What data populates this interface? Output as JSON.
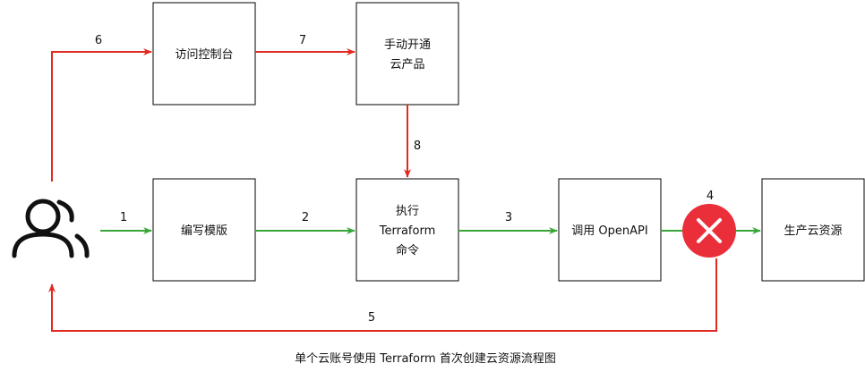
{
  "caption": "单个云账号使用 Terraform 首次创建云资源流程图",
  "colors": {
    "green_flow": "#3aa63a",
    "red_flow": "#e02a20",
    "error_badge": "#ea2f3a",
    "box_stroke": "#000000"
  },
  "nodes": {
    "user": {
      "icon": "users-icon"
    },
    "console": {
      "lines": [
        "访问控制台"
      ]
    },
    "manual": {
      "lines": [
        "手动开通",
        "云产品"
      ]
    },
    "template": {
      "lines": [
        "编写模版"
      ]
    },
    "terraform": {
      "lines": [
        "执行",
        "Terraform",
        "命令"
      ]
    },
    "openapi": {
      "lines": [
        "调用 OpenAPI"
      ]
    },
    "error": {
      "icon": "error-x-icon"
    },
    "produce": {
      "lines": [
        "生产云资源"
      ]
    }
  },
  "steps": {
    "s1": "1",
    "s2": "2",
    "s3": "3",
    "s4": "4",
    "s5": "5",
    "s6": "6",
    "s7": "7",
    "s8": "8"
  }
}
